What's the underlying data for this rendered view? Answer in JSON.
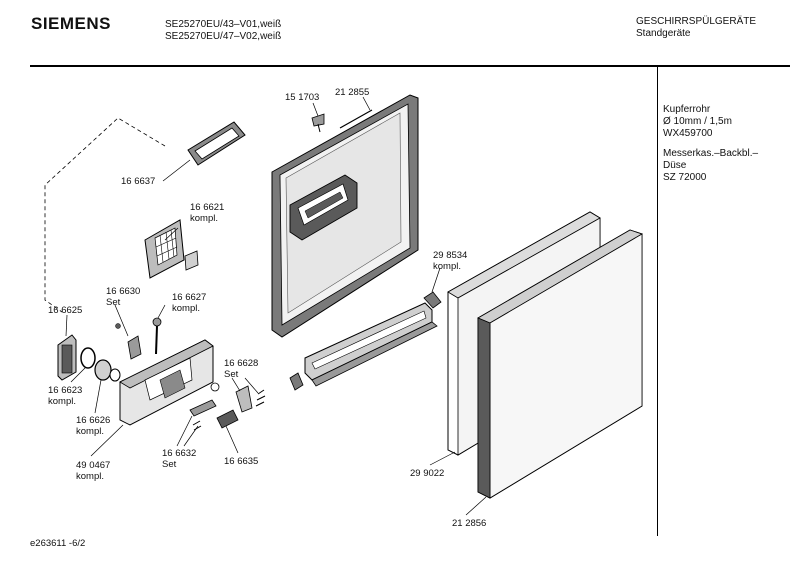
{
  "header": {
    "brand": "SIEMENS",
    "models": [
      "SE25270EU/43–V01,weiß",
      "SE25270EU/47–V02,weiß"
    ],
    "category": "GESCHIRRSPÜLGERÄTE",
    "subcategory": "Standgeräte"
  },
  "sidebar": {
    "notes": [
      [
        "Kupferrohr",
        "Ø 10mm / 1,5m",
        "WX459700"
      ],
      [
        "Messerkas.–Backbl.–",
        "Düse",
        "SZ 72000"
      ]
    ]
  },
  "parts": [
    {
      "lines": [
        "15 1703"
      ]
    },
    {
      "lines": [
        "21 2855"
      ]
    },
    {
      "lines": [
        "16 6637"
      ]
    },
    {
      "lines": [
        "16 6621",
        "kompl."
      ]
    },
    {
      "lines": [
        "29 8534",
        "kompl."
      ]
    },
    {
      "lines": [
        "16 6630",
        "Set"
      ]
    },
    {
      "lines": [
        "16 6627",
        "kompl."
      ]
    },
    {
      "lines": [
        "16 6625"
      ]
    },
    {
      "lines": [
        "16 6623",
        "kompl."
      ]
    },
    {
      "lines": [
        "16 6626",
        "kompl."
      ]
    },
    {
      "lines": [
        "16 6628",
        "Set"
      ]
    },
    {
      "lines": [
        "16 6632",
        "Set"
      ]
    },
    {
      "lines": [
        "16 6635"
      ]
    },
    {
      "lines": [
        "49 0467",
        "kompl."
      ]
    },
    {
      "lines": [
        "29 9022"
      ]
    },
    {
      "lines": [
        "21 2856"
      ]
    }
  ],
  "footer": {
    "doc_id": "e263611 -6/2"
  },
  "colors": {
    "line": "#000000",
    "fill_light": "#e6e6e6",
    "fill_mid": "#bdbdbd",
    "fill_dark": "#5a5a5a"
  }
}
